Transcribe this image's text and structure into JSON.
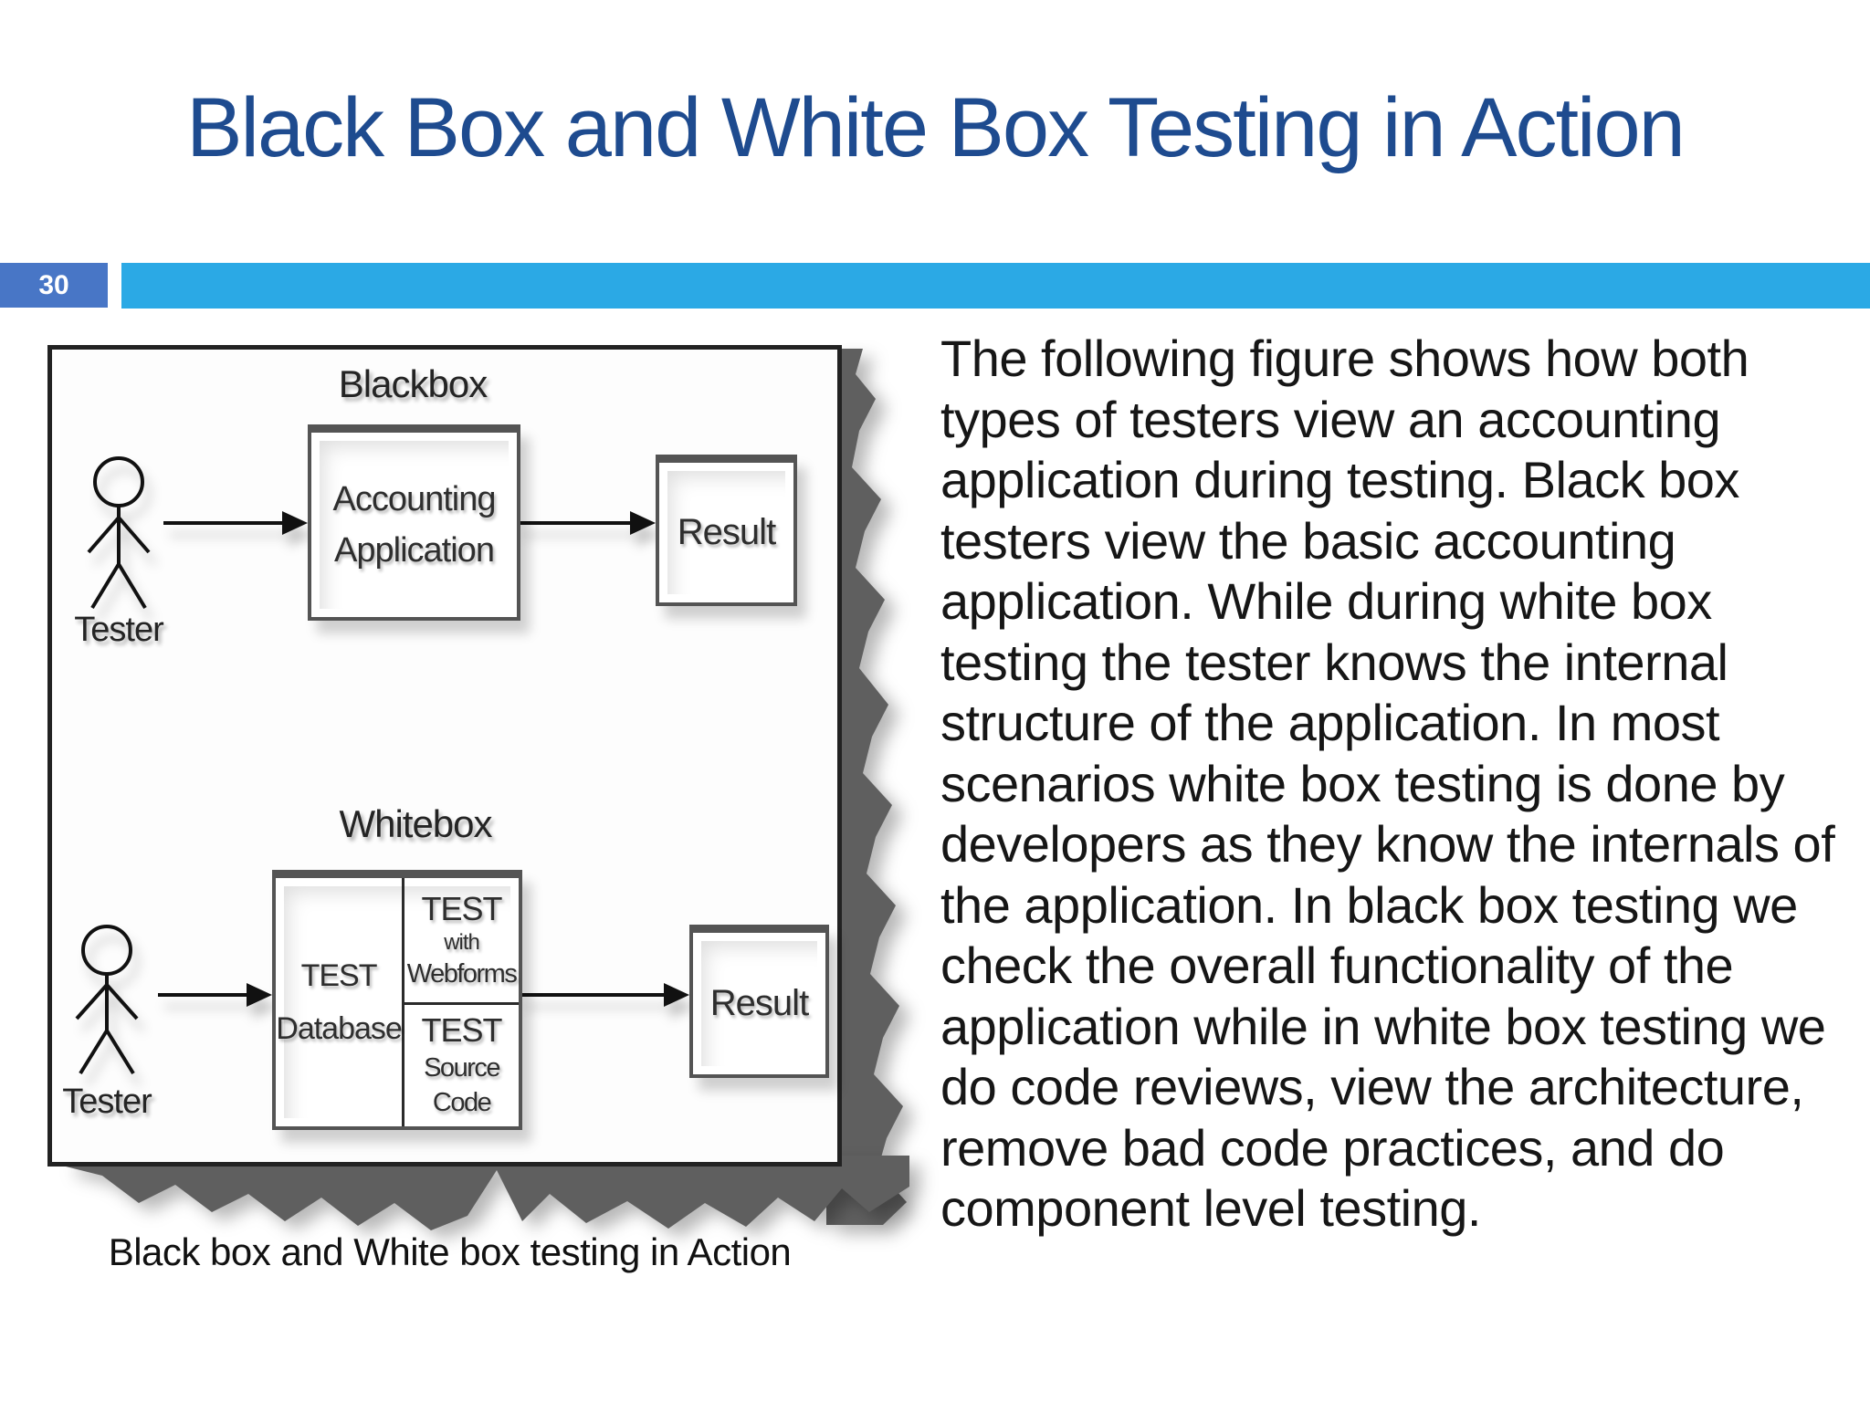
{
  "slide": {
    "title": "Black Box and White Box Testing in Action",
    "page_number": "30",
    "caption": "Black box and White box testing in Action",
    "body_text": "The following figure shows how both types of testers view an accounting application during testing. Black box testers view the basic accounting application. While during white box testing the tester knows the internal structure of the application. In most scenarios white box testing is done by developers as they know the internals of the application. In black box testing we check the overall functionality of the application while in white box testing we do code reviews, view the architecture, remove bad code practices, and do component level testing."
  },
  "figure": {
    "blackbox": {
      "label": "Blackbox",
      "actor": "Tester",
      "process_lines": [
        "Accounting",
        "Application"
      ],
      "result": "Result"
    },
    "whitebox": {
      "label": "Whitebox",
      "actor": "Tester",
      "db_lines": [
        "TEST",
        "Database"
      ],
      "webforms_lines": [
        "TEST",
        "with",
        "Webforms"
      ],
      "source_lines": [
        "TEST",
        "Source",
        "Code"
      ],
      "result": "Result"
    }
  },
  "colors": {
    "title_blue": "#1E4B8F",
    "page_badge_blue": "#4876C6",
    "accent_bar_blue": "#2BA9E5",
    "torn_shadow_gray": "#5F5F5F"
  }
}
